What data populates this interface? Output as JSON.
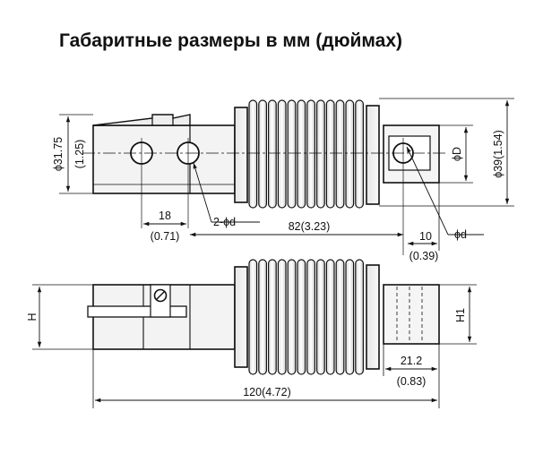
{
  "title": "Габаритные размеры в мм (дюймах)",
  "dimensions": {
    "diam_31_75": "ϕ31.75",
    "inch_1_25": "(1.25)",
    "d18": "18",
    "d18_in": "(0.71)",
    "hole_label": "2-ϕd",
    "d82": "82(3.23)",
    "d10": "10",
    "d10_in": "(0.39)",
    "phi_d": "ϕd",
    "phi_D": "ϕD",
    "diam_39": "ϕ39(1.54)",
    "H": "H",
    "H1": "H1",
    "d21_2": "21.2",
    "d21_2_in": "(0.83)",
    "d120": "120(4.72)"
  }
}
